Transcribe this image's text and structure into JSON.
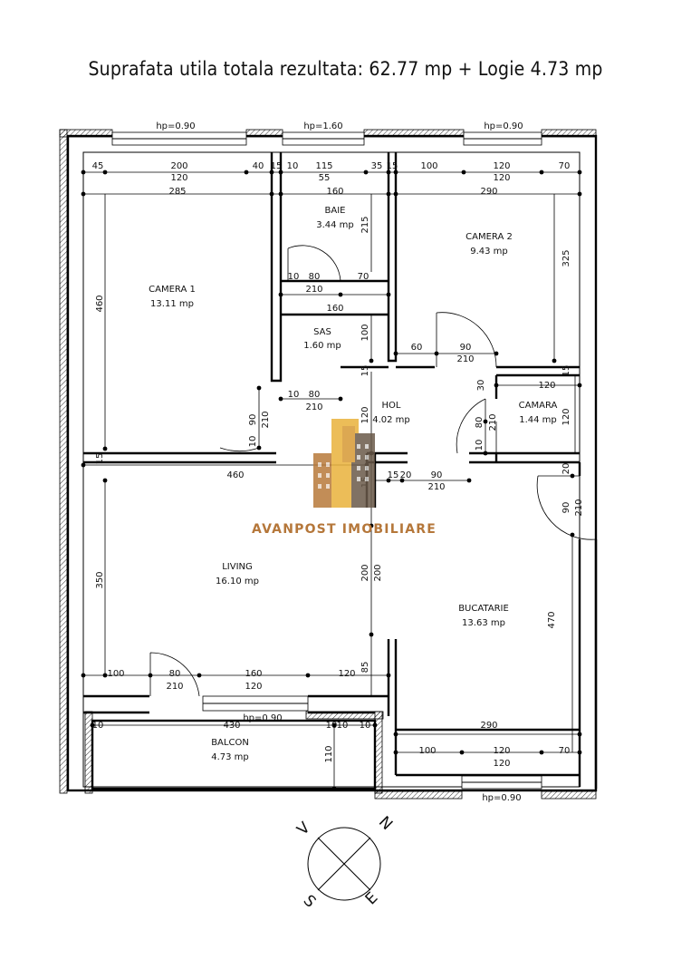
{
  "title": "Suprafata utila totala rezultata: 62.77 mp + Logie 4.73 mp",
  "rooms": {
    "camera1": {
      "name": "CAMERA 1",
      "area": "13.11 mp"
    },
    "baie": {
      "name": "BAIE",
      "area": "3.44 mp"
    },
    "camera2": {
      "name": "CAMERA 2",
      "area": "9.43 mp"
    },
    "sas": {
      "name": "SAS",
      "area": "1.60 mp"
    },
    "hol": {
      "name": "HOL",
      "area": "4.02 mp"
    },
    "camara": {
      "name": "CAMARA",
      "area": "1.44 mp"
    },
    "living": {
      "name": "LIVING",
      "area": "16.10 mp"
    },
    "bucatarie": {
      "name": "BUCATARIE",
      "area": "13.63 mp"
    },
    "balcon": {
      "name": "BALCON",
      "area": "4.73 mp"
    }
  },
  "windows": {
    "hp1": "hp=0.90",
    "hp2": "hp=1.60",
    "hp3": "hp=0.90",
    "hp4": "hp=0.90",
    "hp5": "hp=0.90"
  },
  "dims": {
    "top_45": "45",
    "top_200": "200",
    "top_40": "40",
    "top_15a": "15",
    "top_10": "10",
    "top_115": "115",
    "top_35": "35",
    "top_15b": "15",
    "top_100": "100",
    "top_120a": "120",
    "top_70": "70",
    "top_120b": "120",
    "top_55": "55",
    "top_120c": "120",
    "top_285": "285",
    "top_160": "160",
    "top_290": "290",
    "baie_215": "215",
    "c2_325": "325",
    "c1_460": "460",
    "d_10a": "10",
    "d_80a": "80",
    "d_70": "70",
    "d_210a": "210",
    "d_160": "160",
    "d_100": "100",
    "d_60": "60",
    "d_90a": "90",
    "d_210b": "210",
    "d_15a": "15",
    "d_30": "30",
    "d_120a": "120",
    "d_15b": "15",
    "d_10b": "10",
    "d_80b": "80",
    "d_210c": "210",
    "d_90b": "90",
    "d_210d": "210",
    "d_10c": "10",
    "hol_120": "120",
    "d_80c": "80",
    "d_210e": "210",
    "d_10d": "10",
    "cam_120": "120",
    "l_15": "15",
    "l_460": "460",
    "l_15b": "15",
    "l_20": "20",
    "l_90": "90",
    "l_210": "210",
    "l_20b": "20",
    "l_15c": "15",
    "k_90": "90",
    "k_210": "210",
    "l_350": "350",
    "l_200a": "200",
    "l_200b": "200",
    "k_470": "470",
    "b_100": "100",
    "b_80": "80",
    "b_210": "210",
    "b_160": "160",
    "b_120a": "120",
    "b_120b": "120",
    "b_85": "85",
    "bal_10a": "10",
    "bal_430": "430",
    "bal_10b": "10",
    "bal_10c": "10",
    "bal_10d": "10",
    "bal_290": "290",
    "bal_110": "110",
    "bk_100": "100",
    "bk_120a": "120",
    "bk_70": "70",
    "bk_120b": "120"
  },
  "logo": {
    "text": "AVANPOST IMOBILIARE",
    "color": "#b5773a",
    "icon": "building-logo-icon"
  },
  "compass": {
    "n": "N",
    "v": "V",
    "s": "S",
    "e": "E"
  }
}
